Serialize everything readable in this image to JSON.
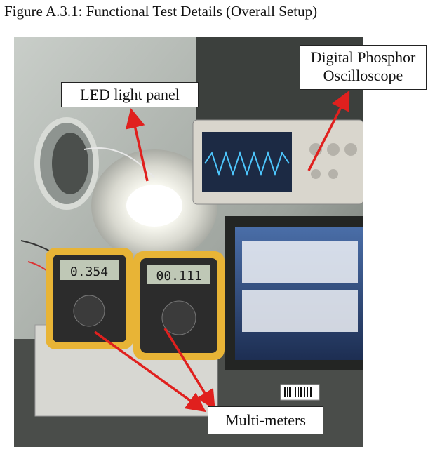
{
  "figure": {
    "caption": "Figure A.3.1: Functional Test Details (Overall Setup)"
  },
  "photo": {
    "description_icon": "lab-test-setup-photo",
    "meter_left_reading": "0.354",
    "meter_right_reading": "00.111"
  },
  "callouts": {
    "led_panel": "LED light panel",
    "oscilloscope_line1": "Digital Phosphor",
    "oscilloscope_line2": "Oscilloscope",
    "multimeters": "Multi-meters"
  },
  "colors": {
    "arrow": "#e0201e",
    "wall": "#cfd3cf",
    "panel_glow": "#ffffff"
  }
}
